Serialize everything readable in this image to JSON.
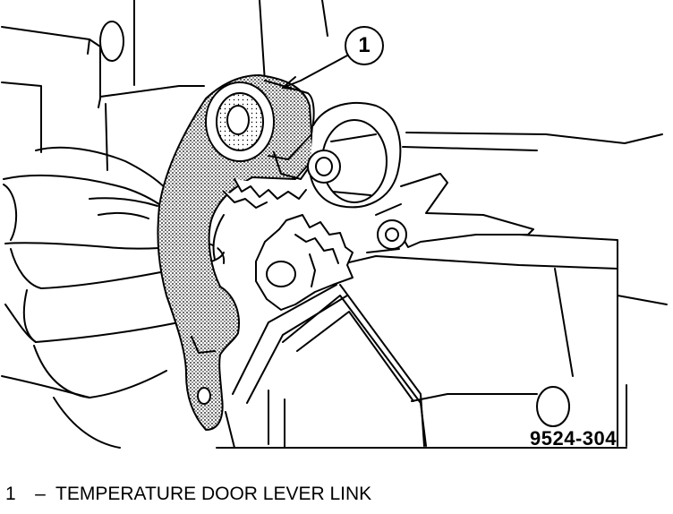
{
  "figure": {
    "callout_number": "1",
    "figure_number": "9524-304"
  },
  "legend": [
    {
      "number": "1",
      "dash": "–",
      "label": "TEMPERATURE DOOR LEVER LINK"
    }
  ],
  "colors": {
    "line": "#000000",
    "paper": "#ffffff",
    "stipple": "#9a9a9a"
  }
}
